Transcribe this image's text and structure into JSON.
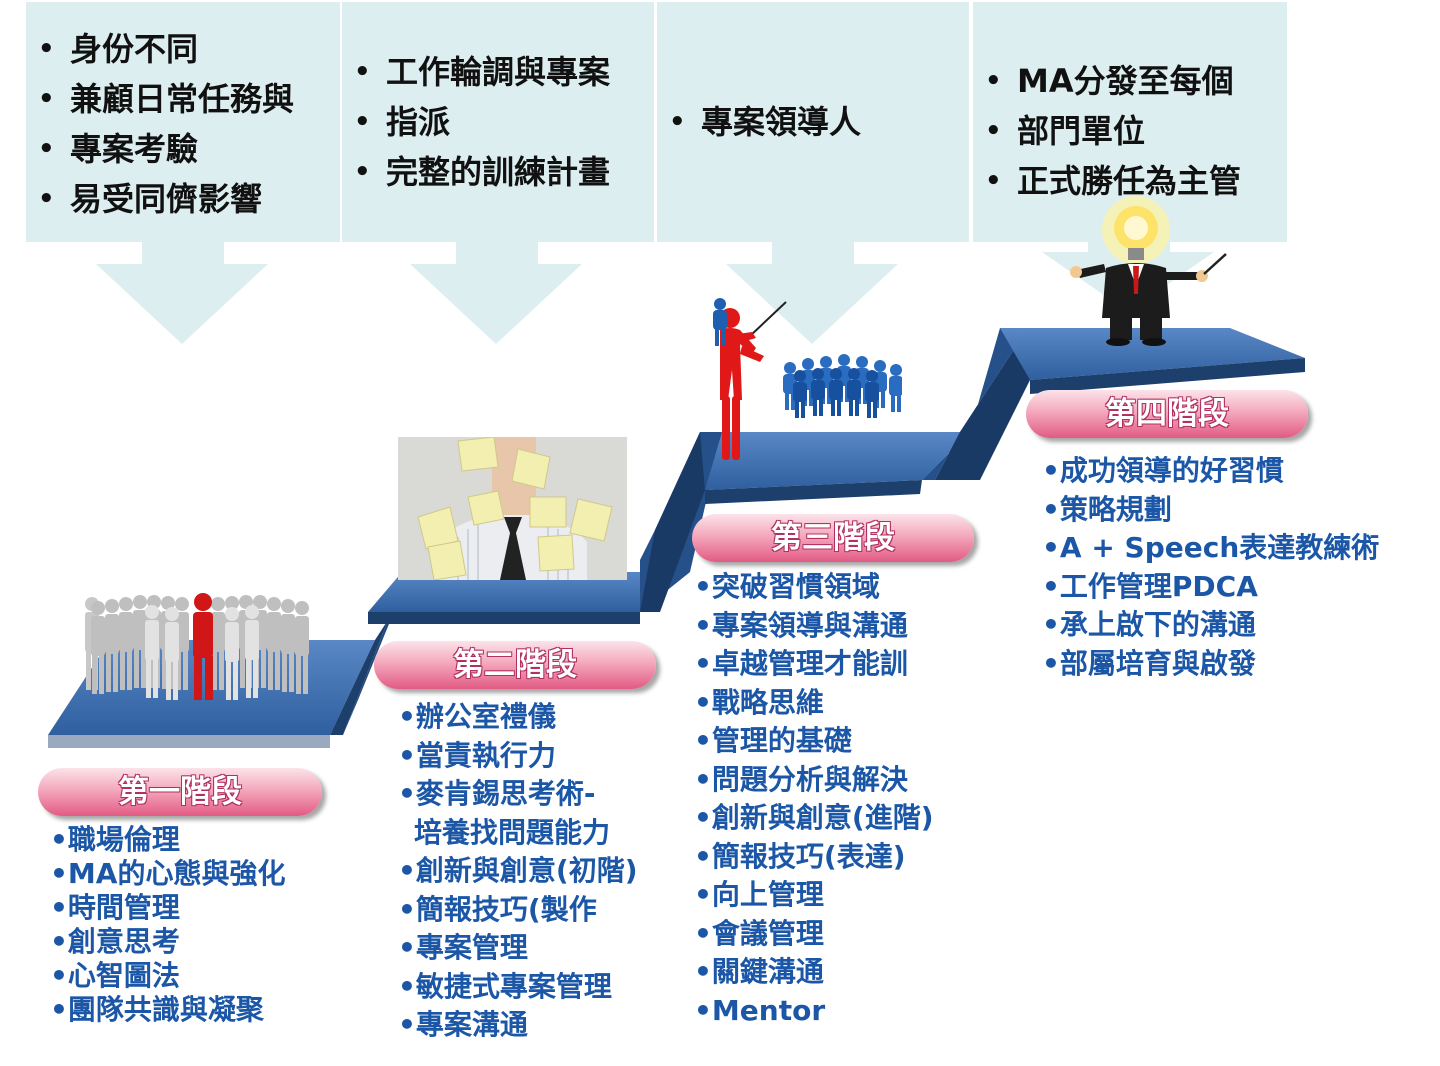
{
  "callouts": [
    {
      "items": [
        "身份不同",
        "兼顧日常任務與",
        "專案考驗",
        "易受同儕影響"
      ]
    },
    {
      "items": [
        "工作輪調與專案",
        "指派",
        "完整的訓練計畫"
      ]
    },
    {
      "items": [
        "專案領導人"
      ]
    },
    {
      "items": [
        "MA分發至每個",
        "部門單位",
        "正式勝任為主管"
      ]
    }
  ],
  "stages": [
    {
      "label": "第一階段",
      "courses": [
        "職場倫理",
        "MA的心態與強化",
        "時間管理",
        "創意思考",
        "心智圖法",
        "團隊共識與凝聚"
      ]
    },
    {
      "label": "第二階段",
      "courses": [
        "辦公室禮儀",
        "當責執行力",
        "麥肯錫思考術-",
        "培養找問題能力",
        "創新與創意(初階)",
        "簡報技巧(製作",
        "專案管理",
        "敏捷式專案管理",
        "專案溝通"
      ]
    },
    {
      "label": "第三階段",
      "courses": [
        "突破習慣領域",
        "專案領導與溝通",
        "卓越管理才能訓",
        "戰略思維",
        "管理的基礎",
        "問題分析與解決",
        "創新與創意(進階)",
        "簡報技巧(表達)",
        "向上管理",
        "會議管理",
        "關鍵溝通",
        "Mentor"
      ]
    },
    {
      "label": "第四階段",
      "courses": [
        "成功領導的好習慣",
        "策略規劃",
        "A + Speech表達教練術",
        "工作管理PDCA",
        "承上啟下的溝通",
        "部屬培育與啟發"
      ]
    }
  ],
  "colors": {
    "callout_bg": "#ddeef0",
    "stair_top": "#3f6fb0",
    "stair_front": "#16375f",
    "course_text": "#1b57a6",
    "pill_pink": "#e25a84"
  },
  "icons": [
    "crowd-with-red-leader-icon",
    "sticky-notes-man-photo",
    "presenter-with-team-icon",
    "lightbulb-head-leader-icon"
  ]
}
